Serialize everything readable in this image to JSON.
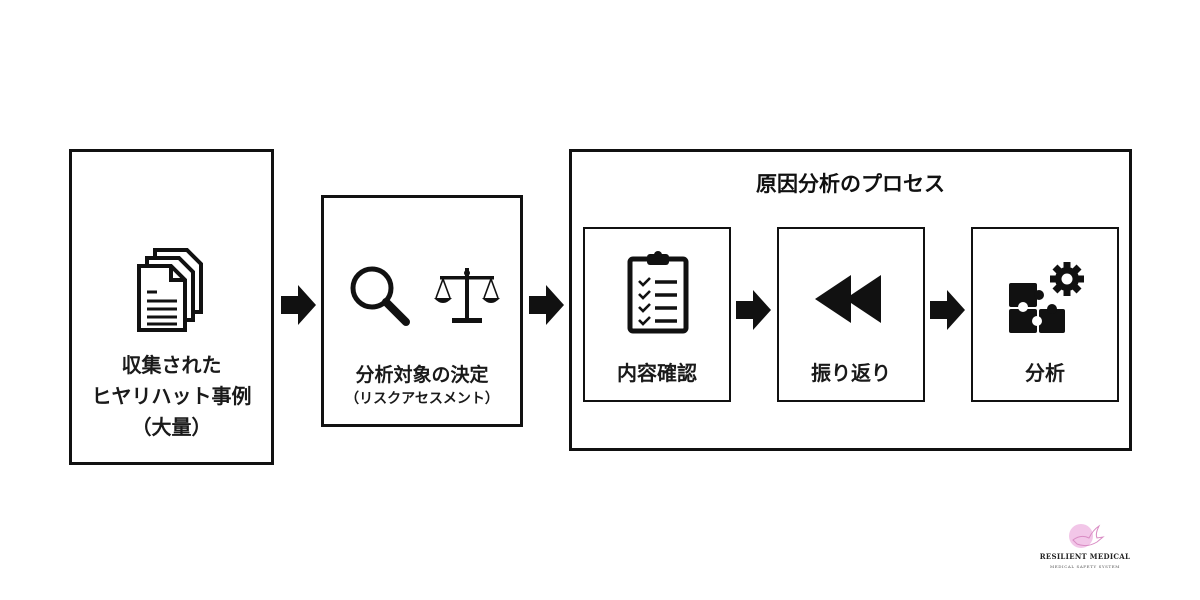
{
  "diagram": {
    "steps": [
      {
        "id": "collected-cases",
        "icon": "documents-stack-icon",
        "lines": [
          "収集された",
          "ヒヤリハット事例",
          "（大量）"
        ]
      },
      {
        "id": "analysis-target",
        "icons": [
          "magnifier-icon",
          "scales-icon"
        ],
        "lines": [
          "分析対象の決定",
          "（リスクアセスメント）"
        ]
      }
    ],
    "group": {
      "title": "原因分析のプロセス",
      "substeps": [
        {
          "icon": "clipboard-checklist-icon",
          "label": "内容確認"
        },
        {
          "icon": "rewind-icon",
          "label": "振り返り"
        },
        {
          "icon": "puzzle-gear-icon",
          "label": "分析"
        }
      ]
    }
  },
  "logo": {
    "brand": "RESILIENT MEDICAL",
    "tagline": "MEDICAL SAFETY SYSTEM",
    "accent_color": "#f2c6e8"
  }
}
